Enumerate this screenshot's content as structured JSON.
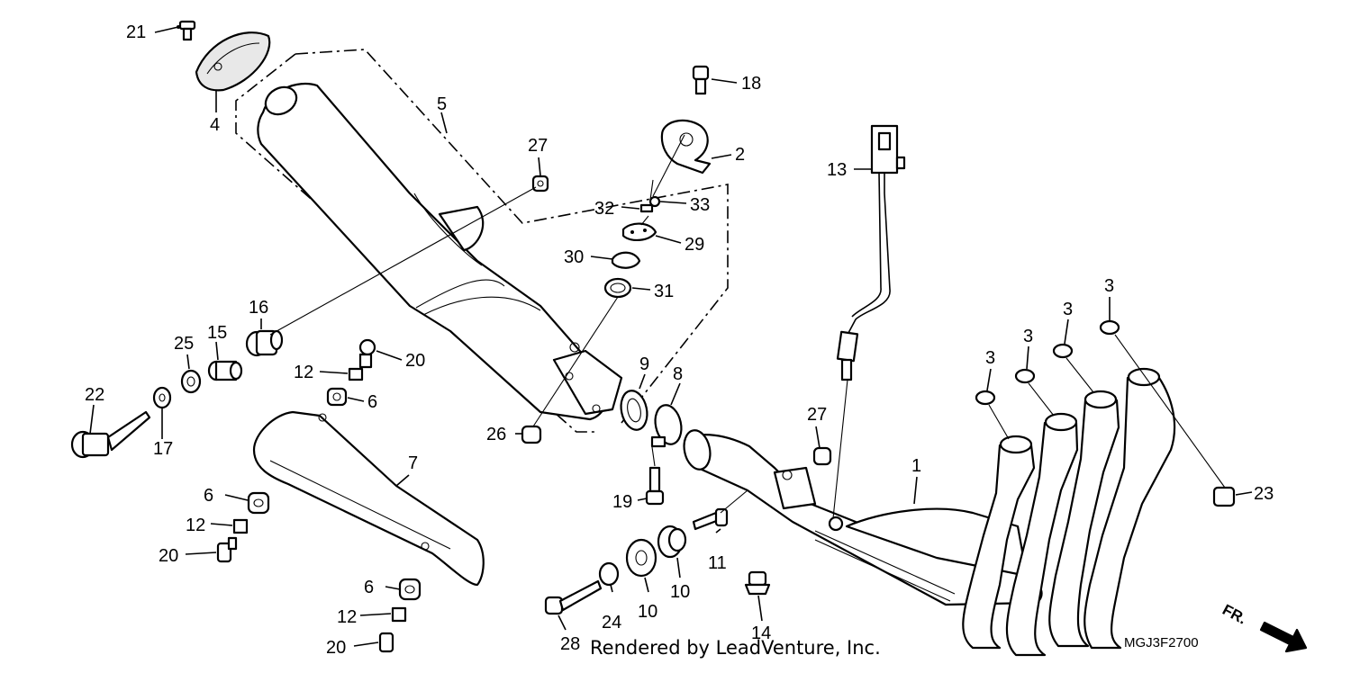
{
  "diagram": {
    "credit": "Rendered by LeadVenture, Inc.",
    "code": "MGJ3F2700",
    "direction": "FR.",
    "callouts": [
      {
        "label": "21"
      },
      {
        "label": "4"
      },
      {
        "label": "5"
      },
      {
        "label": "27"
      },
      {
        "label": "18"
      },
      {
        "label": "2"
      },
      {
        "label": "13"
      },
      {
        "label": "32"
      },
      {
        "label": "33"
      },
      {
        "label": "30"
      },
      {
        "label": "29"
      },
      {
        "label": "31"
      },
      {
        "label": "16"
      },
      {
        "label": "25"
      },
      {
        "label": "15"
      },
      {
        "label": "12"
      },
      {
        "label": "20"
      },
      {
        "label": "6"
      },
      {
        "label": "22"
      },
      {
        "label": "17"
      },
      {
        "label": "9"
      },
      {
        "label": "8"
      },
      {
        "label": "3"
      },
      {
        "label": "3"
      },
      {
        "label": "3"
      },
      {
        "label": "3"
      },
      {
        "label": "26"
      },
      {
        "label": "27"
      },
      {
        "label": "7"
      },
      {
        "label": "1"
      },
      {
        "label": "6"
      },
      {
        "label": "19"
      },
      {
        "label": "23"
      },
      {
        "label": "12"
      },
      {
        "label": "20"
      },
      {
        "label": "11"
      },
      {
        "label": "10"
      },
      {
        "label": "10"
      },
      {
        "label": "6"
      },
      {
        "label": "24"
      },
      {
        "label": "14"
      },
      {
        "label": "12"
      },
      {
        "label": "28"
      },
      {
        "label": "20"
      }
    ]
  }
}
